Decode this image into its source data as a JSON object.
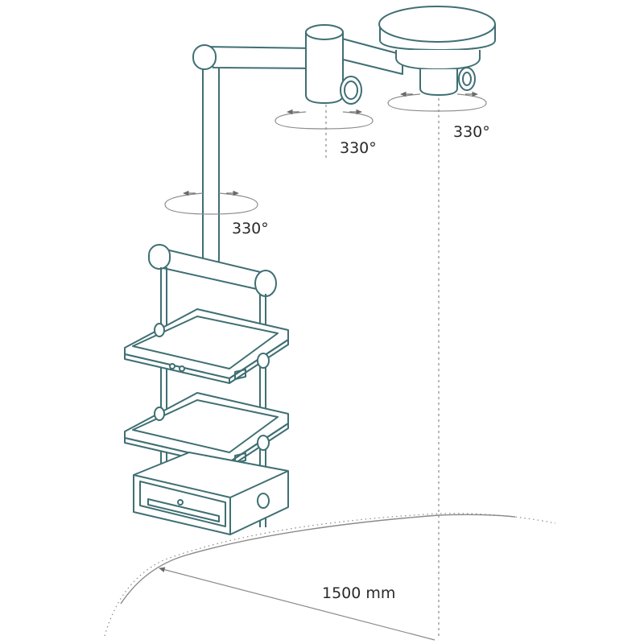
{
  "rotation_labels": {
    "shoulder": "330°",
    "elbow": "330°",
    "head": "330°"
  },
  "reach_label": "1500 mm",
  "colors": {
    "stroke": "#3f6f73",
    "guide": "#8a8a8a",
    "arrow": "#6a6a6a",
    "text": "#2a2a2a",
    "fill": "#ffffff"
  }
}
